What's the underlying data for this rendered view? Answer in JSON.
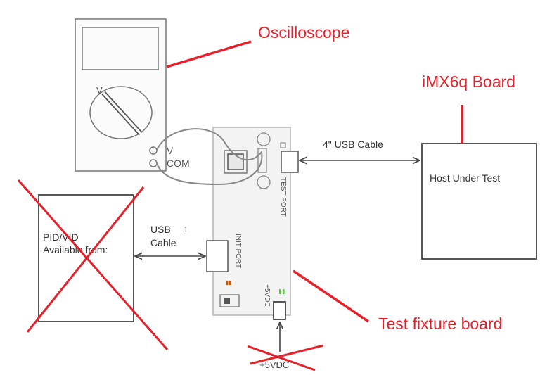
{
  "colors": {
    "annotation": "#e8202a",
    "line": "#444444",
    "fixture_fill": "#f2f2f2",
    "led_green": "#55cc33",
    "led_orange": "#cc5500"
  },
  "labels": {
    "oscilloscope": "Oscilloscope",
    "imx_board": "iMX6q Board",
    "test_fixture": "Test fixture board",
    "host_under_test": "Host Under Test",
    "usb_cable_4in": "4\" USB Cable",
    "usb_cable_line1": "USB",
    "usb_cable_line2": "Cable",
    "pid_vid_line1": "PID/VID",
    "pid_vid_line2": "Available from:",
    "meter_v_dial": "V",
    "meter_v_port": "V",
    "meter_com_port": "COM",
    "test_port": "TEST PORT",
    "init_port": "INIT PORT",
    "power_5vdc": "+5VDC",
    "crossed_power_text": "+5VDC"
  },
  "icons": [
    "multimeter-icon",
    "dial-icon",
    "usb-connector-icon",
    "slide-switch-icon",
    "led-indicator-icon",
    "cross-out-mark"
  ]
}
